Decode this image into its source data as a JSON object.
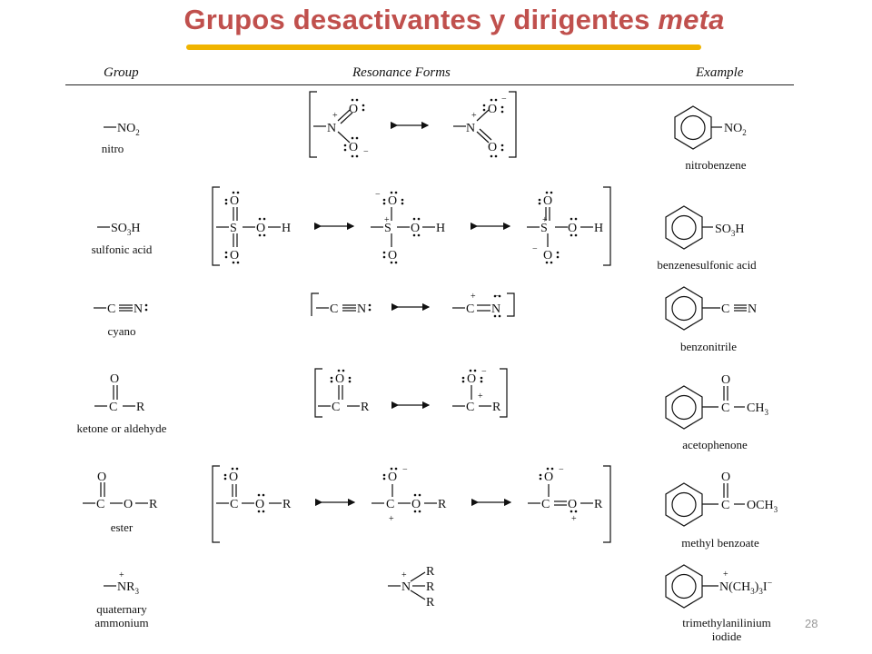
{
  "slide": {
    "title_main": "Grupos desactivantes y dirigentes ",
    "title_italic": "meta",
    "page_number": "28"
  },
  "table": {
    "headers": {
      "group": "Group",
      "resonance": "Resonance Forms",
      "example": "Example"
    },
    "rows": [
      {
        "group_label": "nitro",
        "example_name": "nitrobenzene"
      },
      {
        "group_label": "sulfonic acid",
        "example_name": "benzenesulfonic acid"
      },
      {
        "group_label": "cyano",
        "example_name": "benzonitrile"
      },
      {
        "group_label": "ketone or aldehyde",
        "example_name": "acetophenone"
      },
      {
        "group_label": "ester",
        "example_name": "methyl benzoate"
      },
      {
        "group_label_1": "quaternary",
        "group_label_2": "ammonium",
        "example_name_1": "trimethylanilinium",
        "example_name_2": "iodide"
      }
    ]
  },
  "colors": {
    "title": "#c0504d",
    "underline": "#f0b400",
    "page_number": "#999999"
  }
}
